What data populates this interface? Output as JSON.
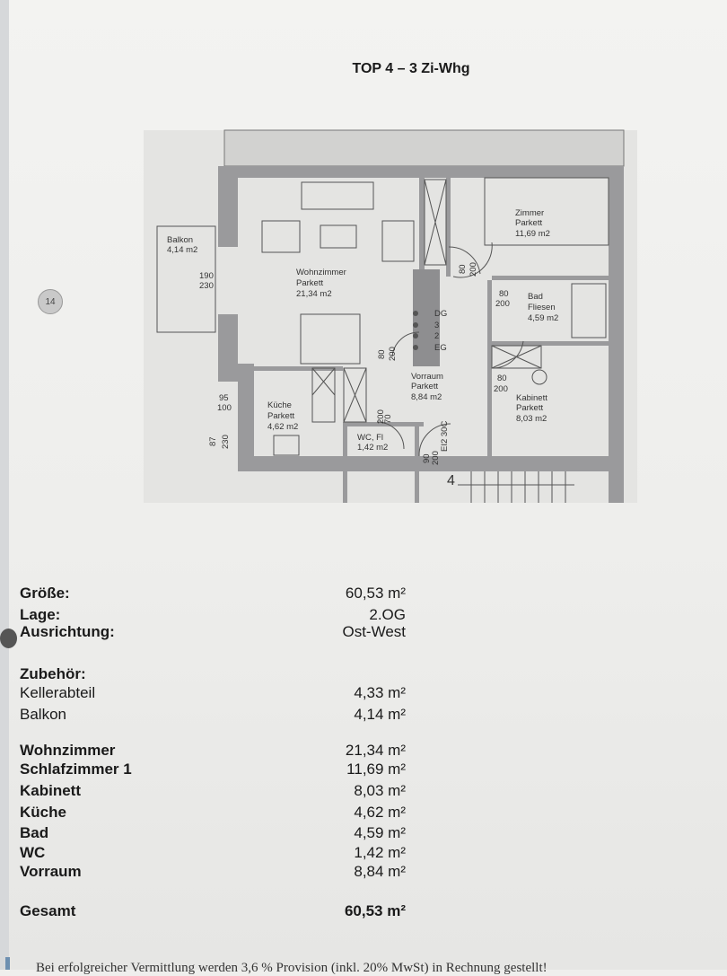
{
  "title": "TOP 4 – 3 Zi-Whg",
  "page_marker": "14",
  "plan": {
    "balkon": [
      "Balkon",
      "4,14 m2"
    ],
    "balkon_door": [
      "190",
      "230"
    ],
    "wohnzimmer": [
      "Wohnzimmer",
      "Parkett",
      "21,34 m2"
    ],
    "zimmer": [
      "Zimmer",
      "Parkett",
      "11,69 m2"
    ],
    "bad": [
      "Bad",
      "Fliesen",
      "4,59 m2"
    ],
    "vorraum": [
      "Vorraum",
      "Parkett",
      "8,84 m2"
    ],
    "kabinett": [
      "Kabinett",
      "Parkett",
      "8,03 m2"
    ],
    "kueche": [
      "Küche",
      "Parkett",
      "4,62 m2"
    ],
    "wc": [
      "WC, Fl",
      "1,42 m2"
    ],
    "window_kueche": [
      "95",
      "100"
    ],
    "door_left": [
      "87",
      "230"
    ],
    "door_zimmer": [
      "80",
      "200"
    ],
    "door_bad": [
      "80",
      "200"
    ],
    "door_kabinett": [
      "80",
      "200"
    ],
    "door_wohn": [
      "80",
      "200"
    ],
    "door_wc": [
      "70",
      "200"
    ],
    "door_entry": [
      "90",
      "200"
    ],
    "entry_label": "EI2 30C",
    "shaft_labels": [
      "DG",
      "3",
      "2",
      "EG"
    ],
    "stair_number": "4"
  },
  "summary": {
    "groesse": {
      "label": "Größe:",
      "value": "60,53 m²"
    },
    "lage": {
      "label": "Lage:",
      "value": "2.OG"
    },
    "ausrichtung": {
      "label": "Ausrichtung:",
      "value": "Ost-West"
    },
    "zubehoer_heading": "Zubehör:",
    "zubehoer": [
      {
        "label": "Kellerabteil",
        "value": "4,33 m²"
      },
      {
        "label": "Balkon",
        "value": "4,14 m²"
      }
    ],
    "rooms": [
      {
        "label": "Wohnzimmer",
        "value": "21,34 m²"
      },
      {
        "label": "Schlafzimmer 1",
        "value": "11,69 m²"
      },
      {
        "label": "Kabinett",
        "value": "8,03 m²"
      },
      {
        "label": "Küche",
        "value": "4,62 m²"
      },
      {
        "label": "Bad",
        "value": "4,59 m²"
      },
      {
        "label": "WC",
        "value": "1,42 m²"
      },
      {
        "label": "Vorraum",
        "value": "8,84 m²"
      }
    ],
    "gesamt": {
      "label": "Gesamt",
      "value": "60,53 m²"
    }
  },
  "footer": "Bei erfolgreicher Vermittlung werden 3,6 % Provision (inkl. 20% MwSt) in Rechnung gestellt!"
}
